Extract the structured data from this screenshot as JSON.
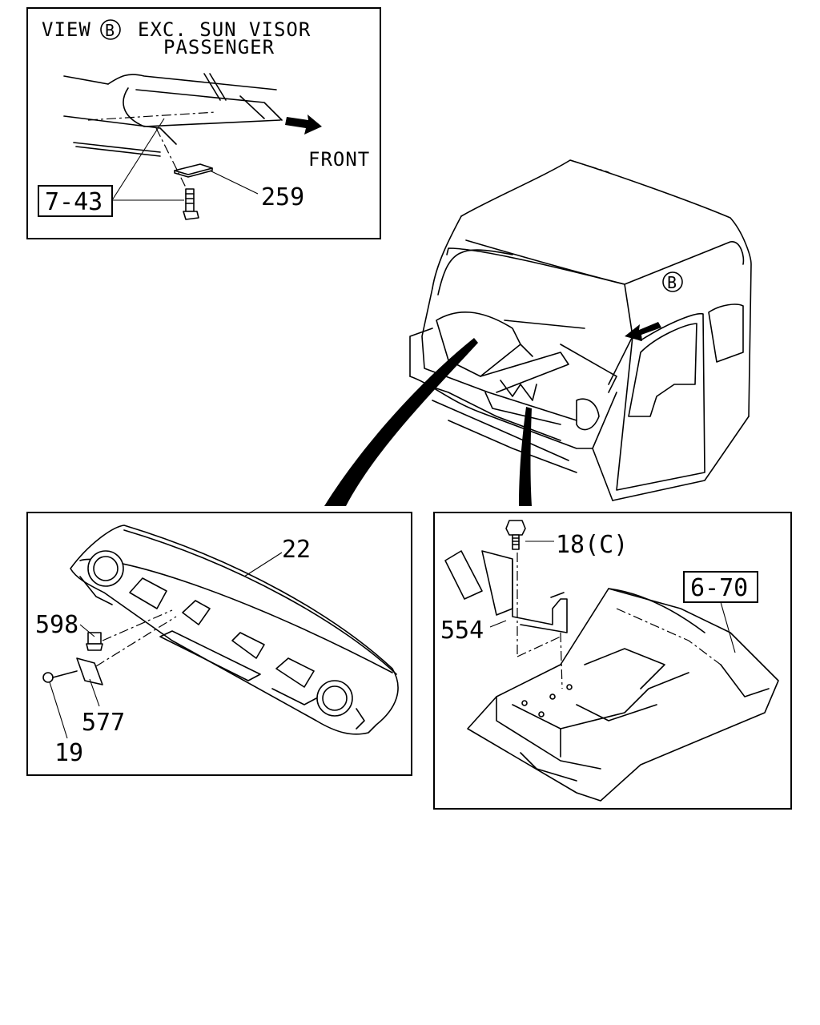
{
  "view_b_panel": {
    "view_label": "VIEW",
    "view_marker": "B",
    "title_line1": "EXC. SUN VISOR",
    "title_line2": "PASSENGER",
    "front_label": "FRONT",
    "ref_box": "7-43",
    "part_259": "259"
  },
  "cab_overview": {
    "view_marker": "B"
  },
  "instrument_panel": {
    "part_22": "22",
    "part_598": "598",
    "part_577": "577",
    "part_19": "19"
  },
  "floor_panel": {
    "part_18c": "18(C)",
    "ref_box": "6-70",
    "part_554": "554"
  }
}
